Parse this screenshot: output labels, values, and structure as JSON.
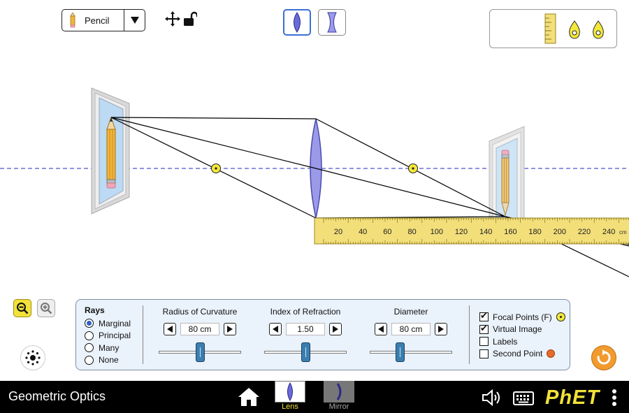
{
  "app": {
    "title": "Geometric Optics"
  },
  "object_selector": {
    "selected": "Pencil"
  },
  "optic_types": [
    {
      "name": "Convex Lens",
      "selected": true
    },
    {
      "name": "Concave Lens",
      "selected": false
    }
  ],
  "ruler": {
    "ticks": [
      "20",
      "40",
      "60",
      "80",
      "100",
      "120",
      "140",
      "160",
      "180",
      "200",
      "220",
      "240"
    ],
    "unit": "cm"
  },
  "rays": {
    "title": "Rays",
    "options": [
      "Marginal",
      "Principal",
      "Many",
      "None"
    ],
    "selected": "Marginal"
  },
  "controls": {
    "radius": {
      "label": "Radius of Curvature",
      "value": "80 cm",
      "level": 0.5
    },
    "index": {
      "label": "Index of Refraction",
      "value": "1.50",
      "level": 0.5
    },
    "diameter": {
      "label": "Diameter",
      "value": "80 cm",
      "level": 0.35
    }
  },
  "checkboxes": [
    {
      "label": "Focal Points (F)",
      "checked": true
    },
    {
      "label": "Virtual Image",
      "checked": true
    },
    {
      "label": "Labels",
      "checked": false
    },
    {
      "label": "Second Point",
      "checked": false
    }
  ],
  "screens": [
    {
      "label": "Lens",
      "selected": true
    },
    {
      "label": "Mirror",
      "selected": false
    }
  ],
  "logo": "PhET",
  "colors": {
    "accent_yellow": "#f2e23a",
    "lens_fill": "#9a9ae8",
    "optical_axis": "#6f6fd6",
    "ruler": "#f3df7a",
    "panel_bg": "#eaf2fb",
    "reset_orange": "#f29a2e",
    "second_point": "#e86a2a"
  }
}
